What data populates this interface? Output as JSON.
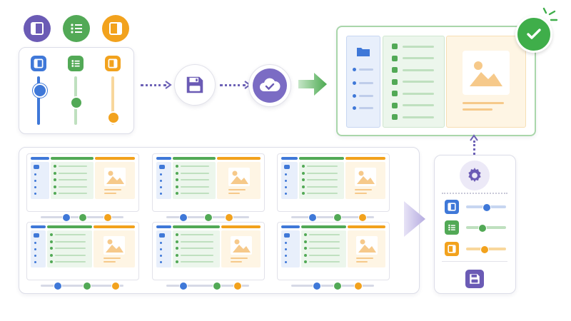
{
  "colors": {
    "blue": "#3f78d8",
    "green": "#52a956",
    "orange": "#f2a21d",
    "purple": "#6b5bb5",
    "blue_light": "#e8effb",
    "green_light": "#ecf6ec",
    "orange_light": "#fef5e4",
    "success": "#3fae4a"
  },
  "icons": {
    "top_layout_icons": [
      "sidebar-panel-icon",
      "list-icon",
      "content-panel-icon"
    ],
    "slider_icons": [
      "sidebar-panel-icon",
      "list-icon",
      "content-panel-icon"
    ],
    "flow": [
      "save-icon",
      "cloud-check-icon",
      "arrow-right-icon"
    ],
    "result": [
      "folder-icon",
      "image-icon",
      "check-icon"
    ],
    "settings": [
      "gear-icon",
      "save-icon"
    ]
  },
  "sliders": {
    "vertical_levels": [
      0.3,
      0.55,
      0.85
    ],
    "settings_levels": [
      0.5,
      0.4,
      0.45
    ]
  },
  "variants": {
    "count": 6,
    "slider_levels": [
      [
        0.3,
        0.5,
        0.8
      ],
      [
        0.2,
        0.5,
        0.75
      ],
      [
        0.25,
        0.55,
        0.85
      ],
      [
        0.2,
        0.55,
        0.9
      ],
      [
        0.2,
        0.6,
        0.85
      ],
      [
        0.3,
        0.55,
        0.8
      ]
    ]
  }
}
